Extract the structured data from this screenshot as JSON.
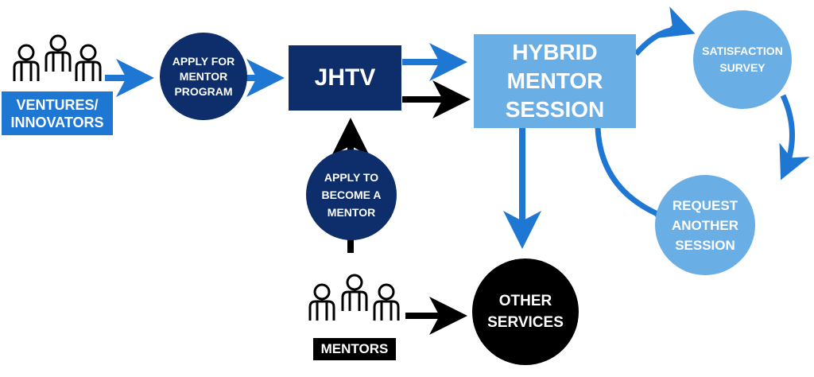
{
  "colors": {
    "navy": "#0d2d6b",
    "light_blue": "#6aaee6",
    "mid_blue": "#1f77d4",
    "black": "#000000",
    "white": "#ffffff"
  },
  "icons": {
    "ventures_group": "people-group-icon",
    "mentors_group": "people-group-icon"
  },
  "nodes": {
    "ventures": "VENTURES/\nINNOVATORS",
    "apply_mentor_program": "APPLY FOR\nMENTOR\nPROGRAM",
    "jhtv": "JHTV",
    "hybrid_session": "HYBRID\nMENTOR\nSESSION",
    "satisfaction_survey": "SATISFACTION\nSURVEY",
    "request_another": "REQUEST\nANOTHER\nSESSION",
    "apply_become_mentor": "APPLY TO\nBECOME A\nMENTOR",
    "mentors": "MENTORS",
    "other_services": "OTHER\nSERVICES"
  }
}
